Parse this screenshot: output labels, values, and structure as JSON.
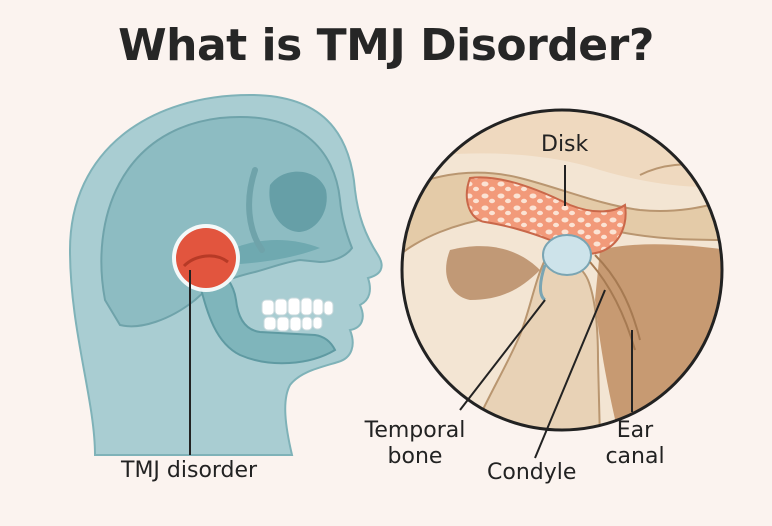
{
  "title": "What is TMJ Disorder?",
  "labels": {
    "tmj_disorder": "TMJ disorder",
    "disk": "Disk",
    "temporal_bone_line1": "Temporal",
    "temporal_bone_line2": "bone",
    "condyle": "Condyle",
    "ear_canal_line1": "Ear",
    "ear_canal_line2": "canal"
  },
  "colors": {
    "background": "#fbf3ef",
    "head": "#a9cdd2",
    "skull": "#6fa9b0",
    "inflamed_joint": "#e2553e",
    "disk": "#f29a7a",
    "bone": "#e4cba8",
    "zoom_fill": "#f3e5d3",
    "outline": "#222222"
  }
}
